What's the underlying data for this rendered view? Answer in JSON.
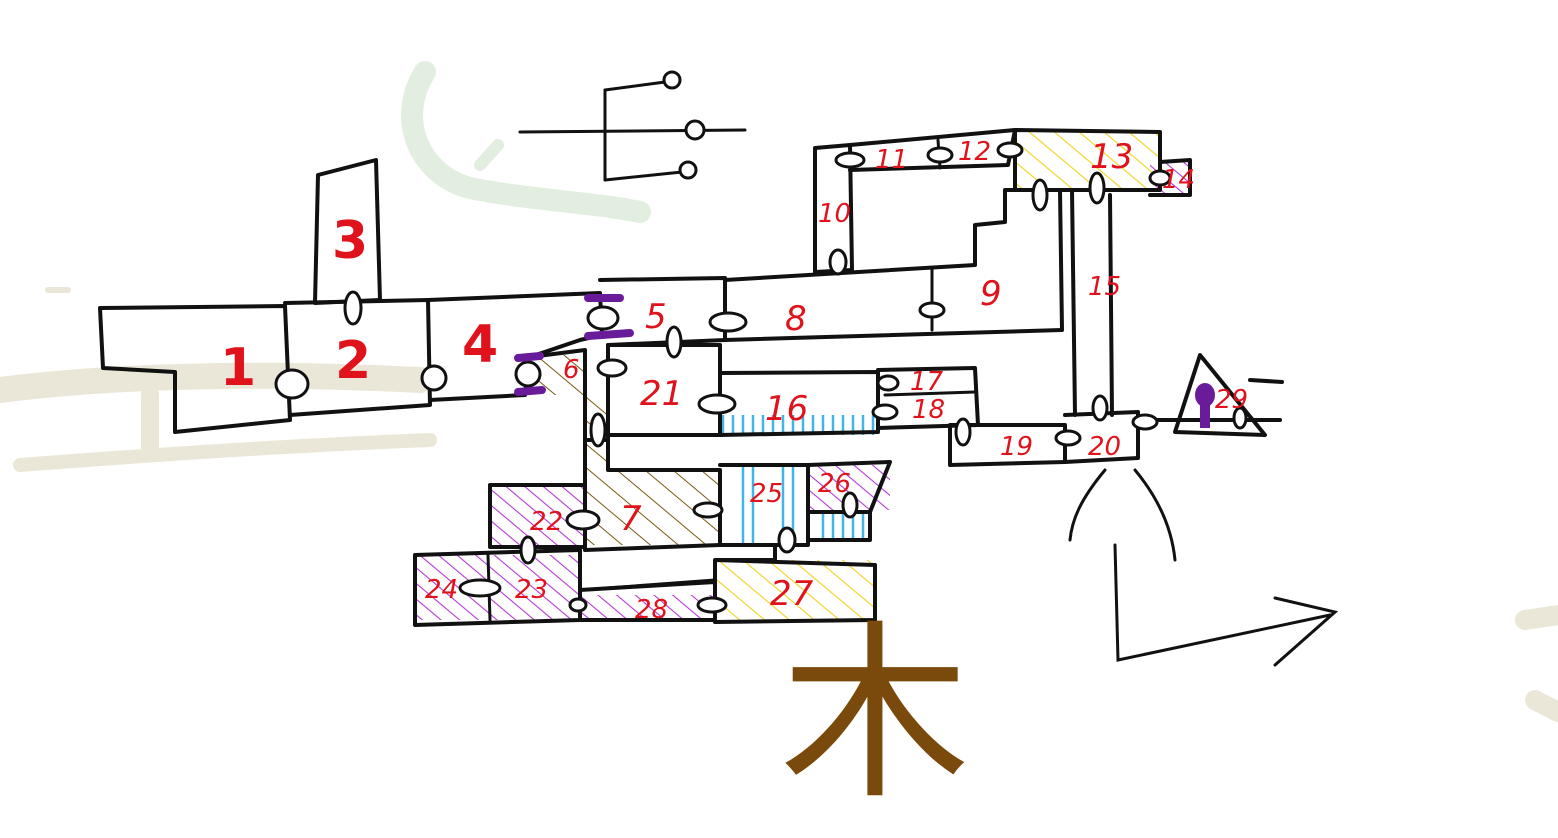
{
  "diagram": {
    "rooms": [
      {
        "id": "1",
        "label": "1"
      },
      {
        "id": "2",
        "label": "2"
      },
      {
        "id": "3",
        "label": "3"
      },
      {
        "id": "4",
        "label": "4"
      },
      {
        "id": "5",
        "label": "5"
      },
      {
        "id": "6",
        "label": "6"
      },
      {
        "id": "7",
        "label": "7"
      },
      {
        "id": "8",
        "label": "8"
      },
      {
        "id": "9",
        "label": "9"
      },
      {
        "id": "10",
        "label": "10"
      },
      {
        "id": "11",
        "label": "11"
      },
      {
        "id": "12",
        "label": "12"
      },
      {
        "id": "13",
        "label": "13"
      },
      {
        "id": "14",
        "label": "14"
      },
      {
        "id": "15",
        "label": "15"
      },
      {
        "id": "16",
        "label": "16"
      },
      {
        "id": "17",
        "label": "17"
      },
      {
        "id": "18",
        "label": "18"
      },
      {
        "id": "19",
        "label": "19"
      },
      {
        "id": "20",
        "label": "20"
      },
      {
        "id": "21",
        "label": "21"
      },
      {
        "id": "22",
        "label": "22"
      },
      {
        "id": "23",
        "label": "23"
      },
      {
        "id": "24",
        "label": "24"
      },
      {
        "id": "25",
        "label": "25"
      },
      {
        "id": "26",
        "label": "26"
      },
      {
        "id": "27",
        "label": "27"
      },
      {
        "id": "28",
        "label": "28"
      },
      {
        "id": "29",
        "label": "29"
      }
    ],
    "glyph": "木",
    "colors": {
      "line": "#111111",
      "label": "#e0121b",
      "purple_hatch": "#b43ad6",
      "yellow_hatch": "#f2d21b",
      "brown_hatch": "#7a5a14",
      "blue_stripe": "#3fb6e6",
      "purple_door": "#6a1b9a",
      "glyph": "#7a4a0c",
      "faint_green": "#e2eedf",
      "faint_beige": "#ebe7d8"
    }
  }
}
